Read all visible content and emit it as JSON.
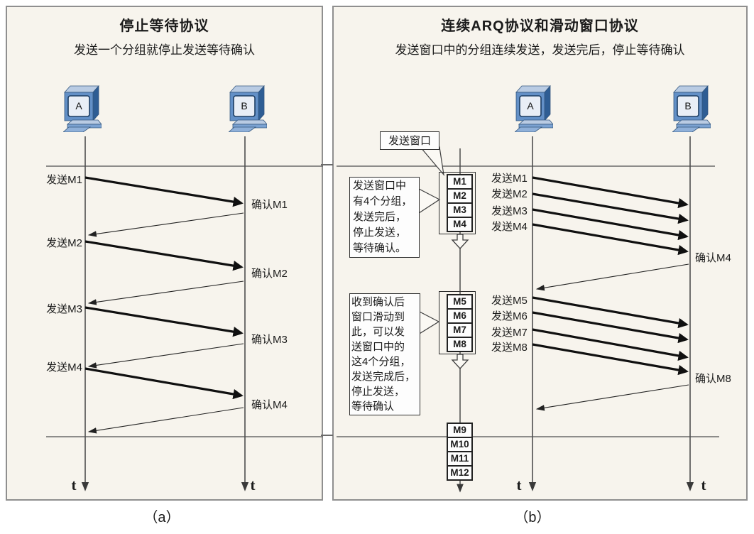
{
  "colors": {
    "page_bg": "#ffffff",
    "panel_bg": "#f7f4ed",
    "panel_border": "#8f8f8f",
    "line_gray": "#6a6a6a",
    "arrow_black": "#101010",
    "box_bg": "#fdfdfd",
    "box_border": "#2f2f2f",
    "computer_front": "#6390c7",
    "computer_top": "#b9cbe3",
    "computer_side": "#2e5d94",
    "computer_screen": "#e9eef6"
  },
  "left_panel": {
    "title": "停止等待协议",
    "subtitle": "发送一个分组就停止发送等待确认",
    "caption": "（a）",
    "computer_a": "A",
    "computer_b": "B",
    "t_label": "t",
    "messages": [
      {
        "send": "发送M1",
        "ack": "确认M1"
      },
      {
        "send": "发送M2",
        "ack": "确认M2"
      },
      {
        "send": "发送M3",
        "ack": "确认M3"
      },
      {
        "send": "发送M4",
        "ack": "确认M4"
      }
    ]
  },
  "right_panel": {
    "title": "连续ARQ协议和滑动窗口协议",
    "subtitle": "发送窗口中的分组连续发送，发送完后，停止等待确认",
    "caption": "（b）",
    "computer_a": "A",
    "computer_b": "B",
    "t_label": "t",
    "send_window_label": "发送窗口",
    "note1": "发送窗口中\n有4个分组，\n发送完后，\n停止发送，\n等待确认。",
    "note2": "收到确认后\n窗口滑动到\n此，可以发\n送窗口中的\n这4个分组，\n发送完成后，\n停止发送，\n等待确认",
    "window1": [
      "M1",
      "M2",
      "M3",
      "M4"
    ],
    "window2": [
      "M5",
      "M6",
      "M7",
      "M8"
    ],
    "window3": [
      "M9",
      "M10",
      "M11",
      "M12"
    ],
    "sends1": [
      "发送M1",
      "发送M2",
      "发送M3",
      "发送M4"
    ],
    "sends2": [
      "发送M5",
      "发送M6",
      "发送M7",
      "发送M8"
    ],
    "ack4": "确认M4",
    "ack8": "确认M8"
  }
}
